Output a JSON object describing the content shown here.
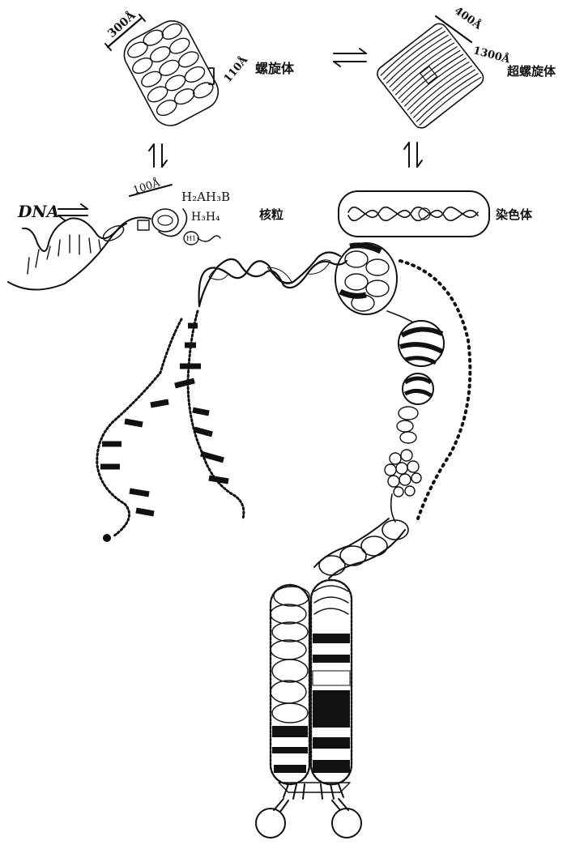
{
  "labels": {
    "solenoid_width": "300Å",
    "solenoid_pitch": "110Å",
    "solenoid": "螺旋体",
    "supercoil_width": "400Å",
    "supercoil_length": "1300Å",
    "supercoil": "超螺旋体",
    "dna": "DNA",
    "nucleosome_span": "100Å",
    "histones_a": "H₂AH₃B",
    "histones_b": "H₃H₄",
    "linker_histone": "H1",
    "nucleosome": "核粒",
    "chromosome": "染色体"
  },
  "colors": {
    "ink": "#111111",
    "paper": "#ffffff"
  }
}
